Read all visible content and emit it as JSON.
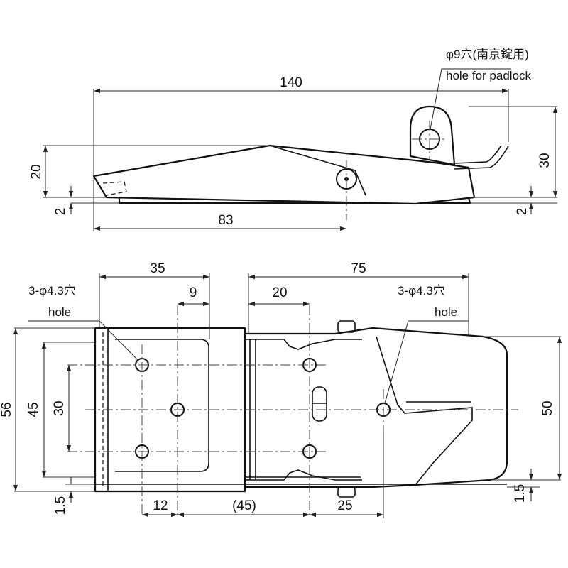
{
  "side_view": {
    "overall_length": "140",
    "height_left": "20",
    "height_right": "30",
    "pivot_offset": "83",
    "gap_left": "2",
    "gap_right": "2",
    "padlock_hole_note": "φ9穴(南京錠用)",
    "padlock_hole_label": "hole for padlock"
  },
  "plan_view": {
    "base_length": "35",
    "slot_width": "9",
    "hook_length": "75",
    "keeper_span": "20",
    "left_hole_note": "3-φ4.3穴",
    "left_hole_label": "hole",
    "right_hole_note": "3-φ4.3穴",
    "right_hole_label": "hole",
    "overall_width": "56",
    "base_hole_pitch": "45",
    "hole_spacing": "30",
    "keeper_width": "50",
    "thickness_left": "1.5",
    "thickness_right": "1.5",
    "edge_offset": "12",
    "ref_span": "(45)",
    "keeper_offset": "25"
  }
}
